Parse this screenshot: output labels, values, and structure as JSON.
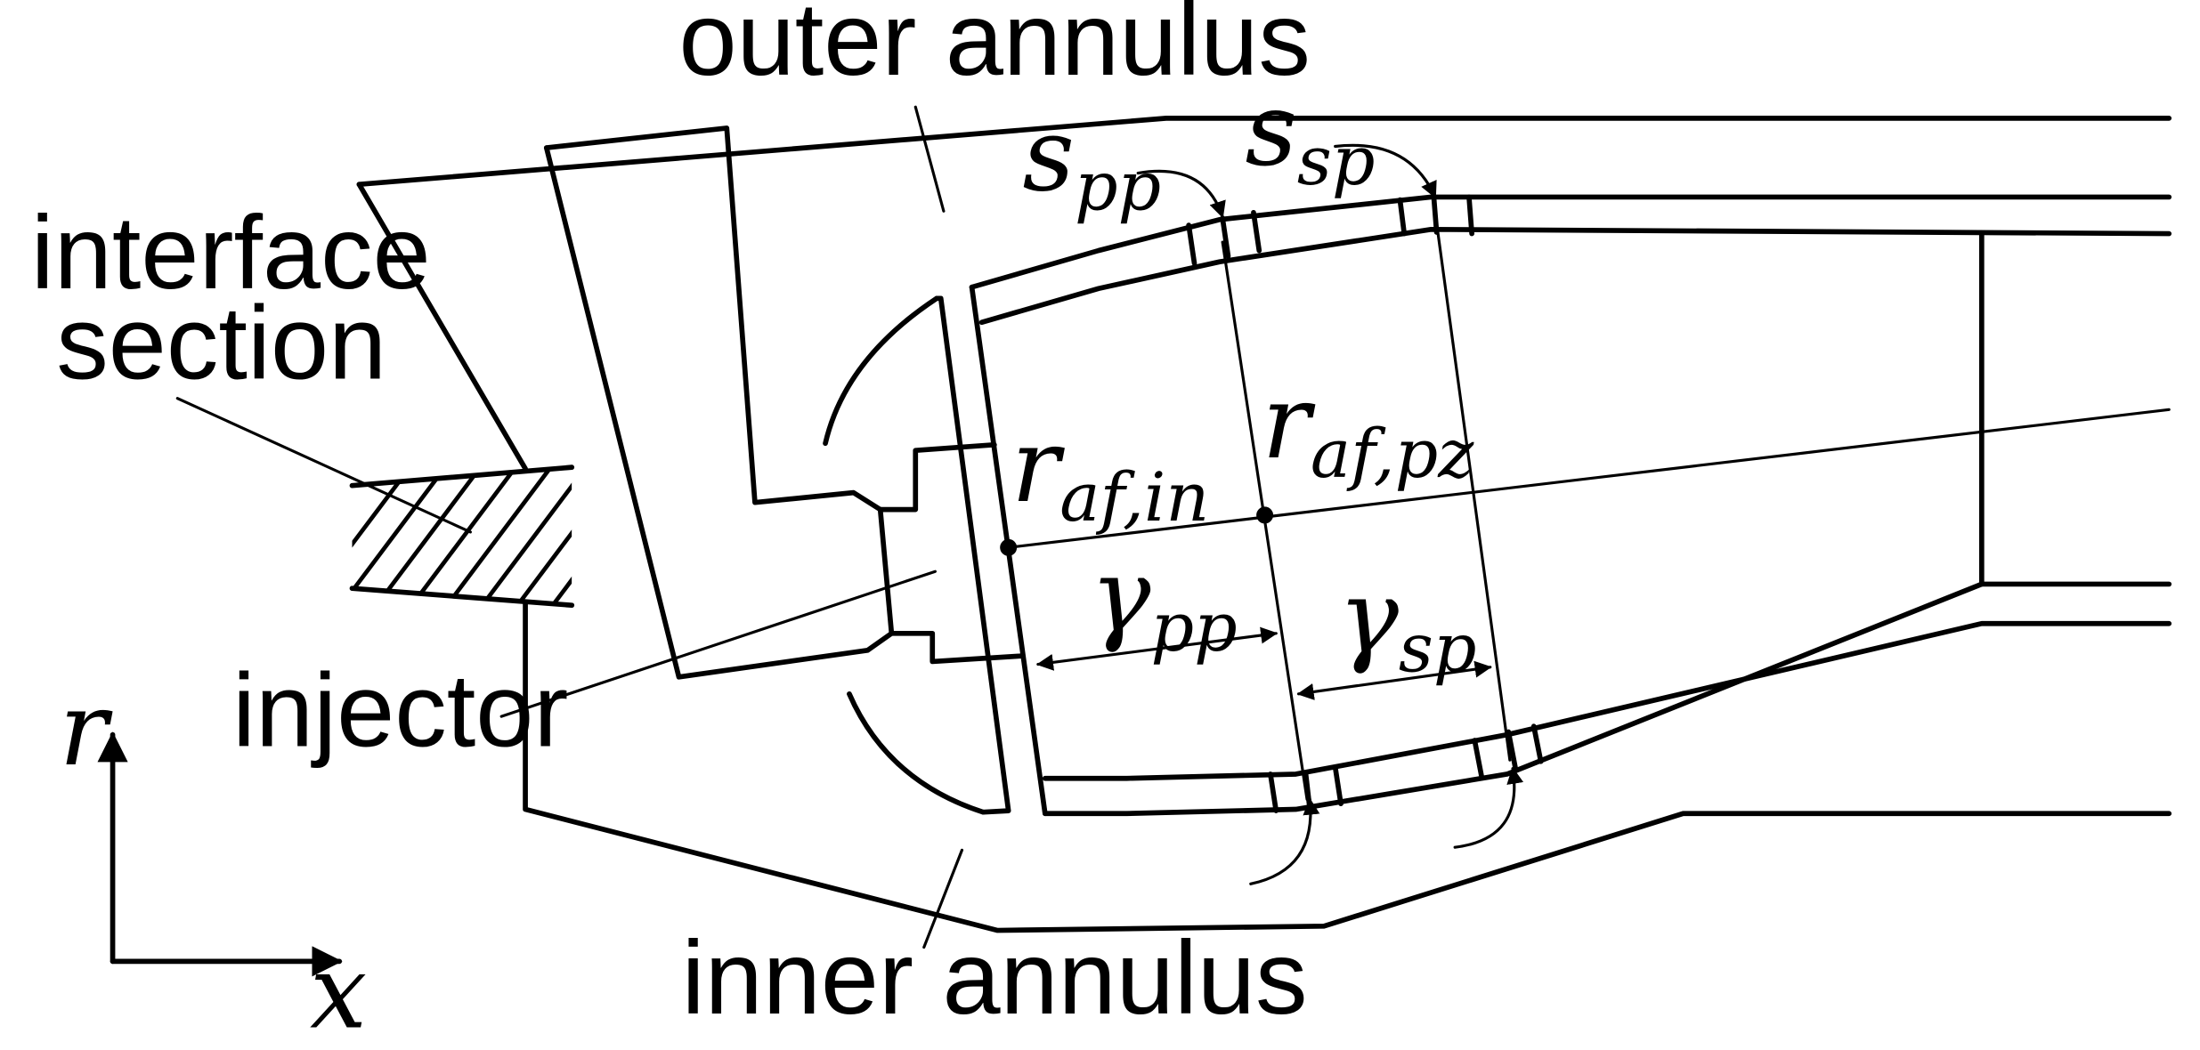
{
  "labels": {
    "outer_annulus": "outer annulus",
    "inner_annulus": "inner annulus",
    "interface_line1": "interface",
    "interface_line2": "section",
    "injector": "injector"
  },
  "symbols": {
    "s_pp": {
      "main": "s",
      "sub": "pp"
    },
    "s_sp": {
      "main": "s",
      "sub": "sp"
    },
    "r_af_in": {
      "main": "r",
      "sub": "af,in"
    },
    "r_af_pz": {
      "main": "r",
      "sub": "af,pz"
    },
    "gamma_pp": {
      "main": "γ",
      "sub": "pp"
    },
    "gamma_sp": {
      "main": "γ",
      "sub": "sp"
    }
  },
  "axes": {
    "r": "r",
    "x": "x"
  }
}
